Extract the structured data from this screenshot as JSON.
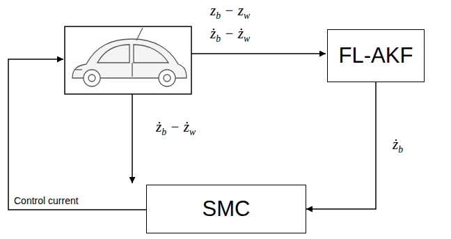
{
  "diagram": {
    "nodes": [
      {
        "text": [
          "FL-AKF"
        ]
      },
      {
        "text": [
          "SMC"
        ]
      }
    ],
    "edges": [
      {
        "from": 0,
        "to": 1,
        "arrow": "to",
        "label": "żb"
      }
    ],
    "labels": [
      "zb − zw",
      "żb − żw",
      "żb − żw",
      "Control current"
    ]
  }
}
